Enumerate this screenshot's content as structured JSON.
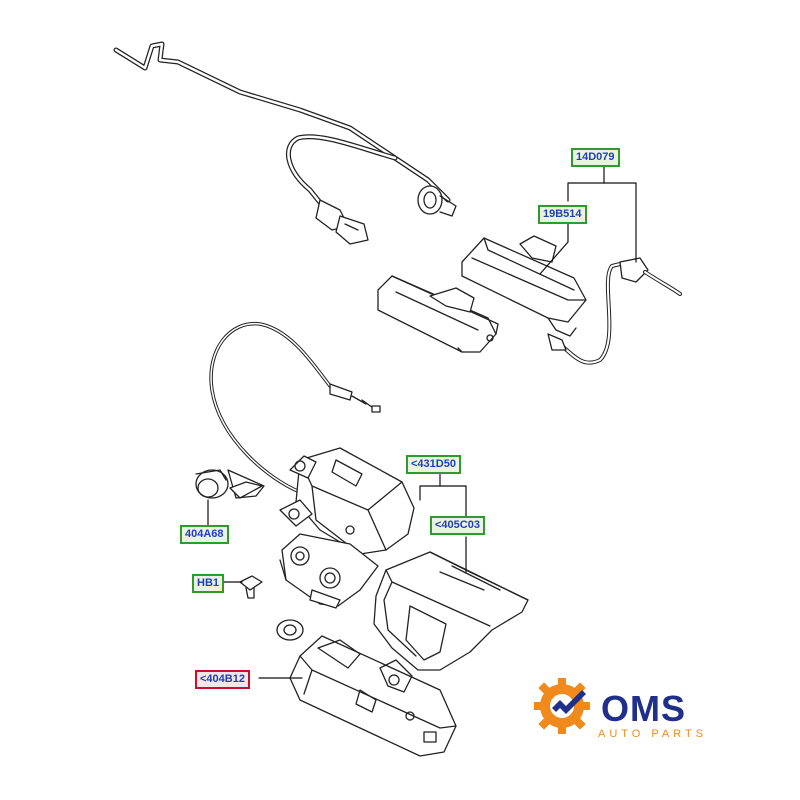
{
  "labels": {
    "l14d079": "14D079",
    "l19b514": "19B514",
    "l431d50": "<431D50",
    "l405c03": "<405C03",
    "l404a68": "404A68",
    "lhb1": "HB1",
    "l404b12": "<404B12"
  },
  "logo": {
    "name": "OMS",
    "subtitle": "AUTO PARTS",
    "icon": "gear-icon"
  },
  "colors": {
    "label_border": "#2f9a2f",
    "label_text": "#1f3fb8",
    "highlight_border": "#c8102e",
    "logo_blue": "#1f2f8a",
    "logo_orange": "#f08a1c"
  }
}
